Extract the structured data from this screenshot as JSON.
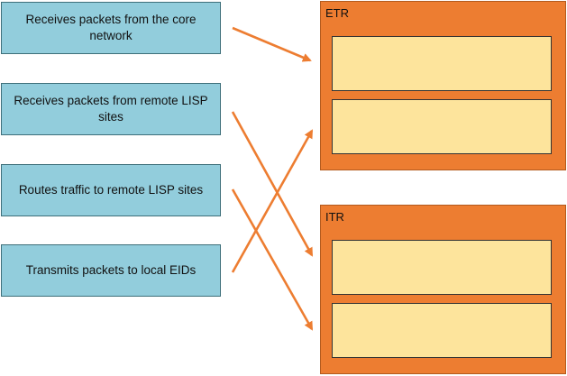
{
  "sources": [
    {
      "label": "Receives packets from the core network"
    },
    {
      "label": "Receives packets from remote LISP sites"
    },
    {
      "label": "Routes traffic to remote LISP sites"
    },
    {
      "label": "Transmits packets to local EIDs"
    }
  ],
  "targets": {
    "etr": {
      "label": "ETR"
    },
    "itr": {
      "label": "ITR"
    }
  },
  "colors": {
    "source_fill": "#92cddc",
    "group_fill": "#ed7d31",
    "slot_fill": "#fde49c",
    "arrow": "#ed7d31"
  }
}
